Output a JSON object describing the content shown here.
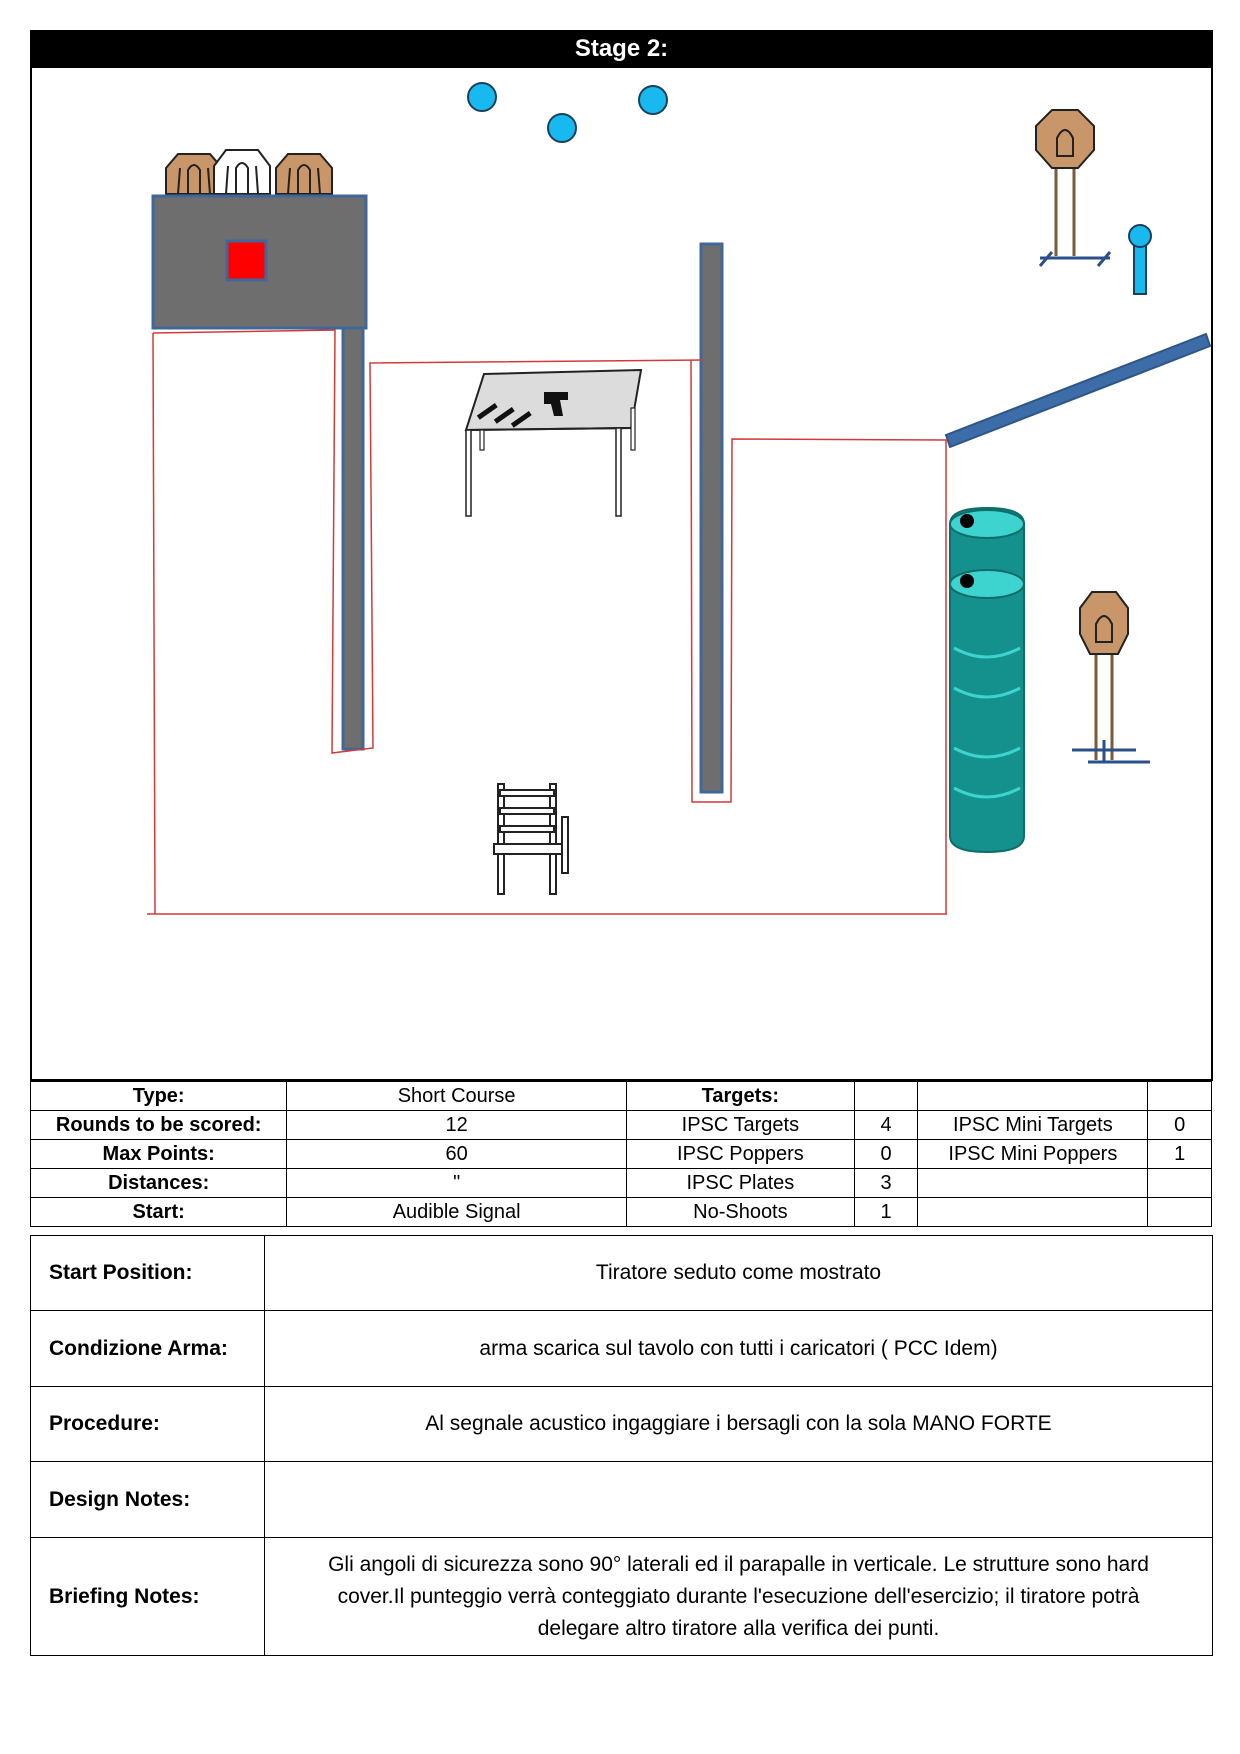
{
  "title": "Stage 2:",
  "diagram_icons": {
    "poppers": "popper-icon",
    "plates": "plate-icon",
    "targets": "ipsc-target-icon",
    "no_shoots": "no-shoot-target-icon",
    "table": "table-icon",
    "gun": "pistol-icon",
    "chair": "chair-icon",
    "barrels": "barrel-icon",
    "walls": "wall-icon"
  },
  "colors": {
    "target_brown": "#c89668",
    "no_shoot_white": "#ffffff",
    "plate_blue": "#17b9ef",
    "wall_gray": "#6e6e6e",
    "wall_border": "#41679a",
    "fault_line_red": "#d23a3a",
    "barrel_teal": "#14918c",
    "hard_cover_red": "#ff0000"
  },
  "specs": {
    "type_label": "Type:",
    "type_value": "Short Course",
    "rounds_label": "Rounds to be scored:",
    "rounds_value": "12",
    "maxpoints_label": "Max Points:",
    "maxpoints_value": "60",
    "distances_label": "Distances:",
    "distances_value": "\"",
    "start_label": "Start:",
    "start_value": "Audible Signal",
    "targets_header": "Targets:",
    "ipsc_targets_label": "IPSC Targets",
    "ipsc_targets_value": "4",
    "ipsc_poppers_label": "IPSC Poppers",
    "ipsc_poppers_value": "0",
    "ipsc_plates_label": "IPSC Plates",
    "ipsc_plates_value": "3",
    "no_shoots_label": "No-Shoots",
    "no_shoots_value": "1",
    "mini_targets_label": "IPSC Mini Targets",
    "mini_targets_value": "0",
    "mini_poppers_label": "IPSC Mini Poppers",
    "mini_poppers_value": "1"
  },
  "info": {
    "start_position_label": "Start Position:",
    "start_position_value": "Tiratore seduto come mostrato",
    "condizione_label": "Condizione Arma:",
    "condizione_value": "arma scarica sul tavolo con tutti i caricatori ( PCC Idem)",
    "procedure_label": "Procedure:",
    "procedure_value": "Al segnale acustico ingaggiare i bersagli con la sola MANO FORTE",
    "design_label": "Design Notes:",
    "design_value": "",
    "briefing_label": "Briefing Notes:",
    "briefing_value": "Gli angoli di sicurezza sono 90° laterali ed il parapalle in verticale. Le strutture sono hard cover.Il punteggio verrà conteggiato durante l'esecuzione dell'esercizio; il tiratore potrà delegare altro tiratore alla verifica  dei punti."
  }
}
